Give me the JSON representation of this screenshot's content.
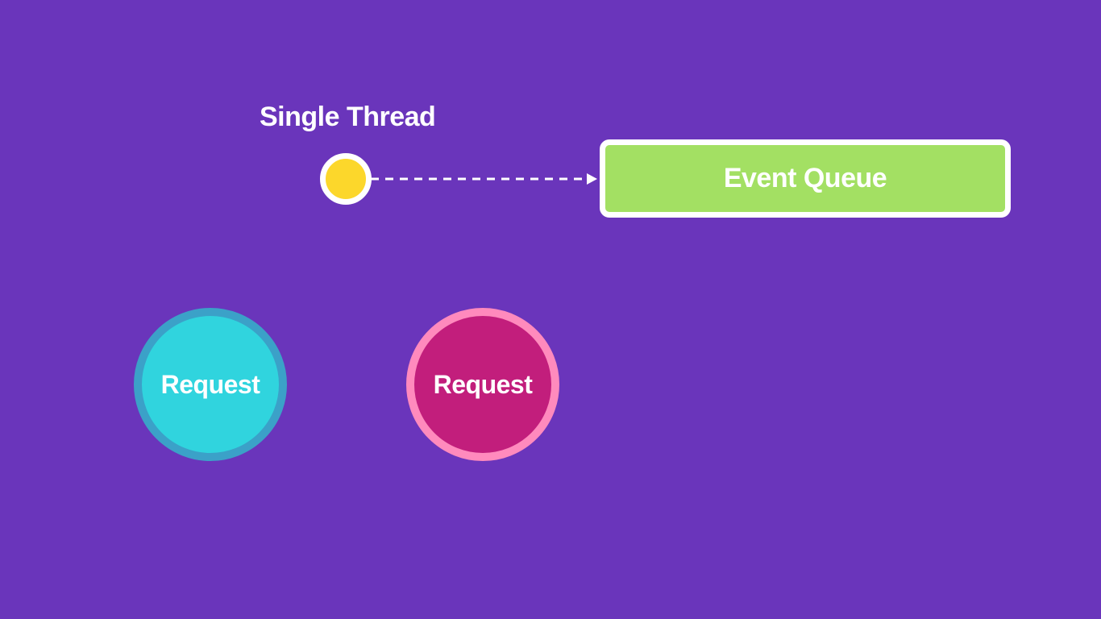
{
  "colors": {
    "background": "#6a35bb",
    "thread_dot": "#fcd72b",
    "thread_ring": "#ffffff",
    "arrow": "#ffffff",
    "queue_fill": "#a3e063",
    "queue_border": "#ffffff",
    "request1_fill": "#30d4de",
    "request1_ring": "#3ba1c8",
    "request2_fill": "#c21e7c",
    "request2_ring": "#ff8abd"
  },
  "thread": {
    "label": "Single Thread"
  },
  "queue": {
    "label": "Event Queue"
  },
  "requests": [
    {
      "label": "Request"
    },
    {
      "label": "Request"
    }
  ]
}
